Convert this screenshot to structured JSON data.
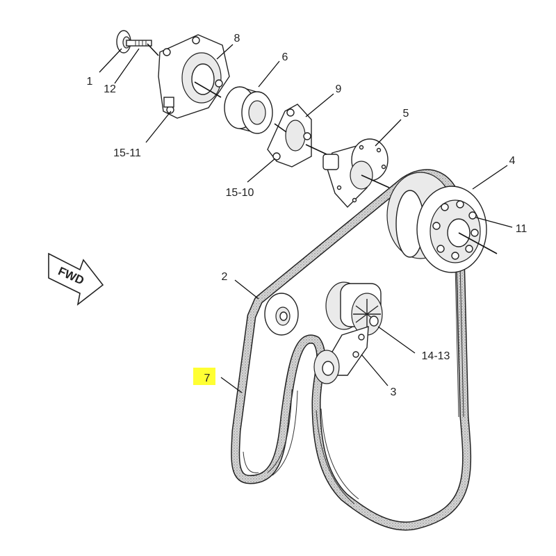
{
  "figure": {
    "highlight_color": "#ffff33",
    "belt_fill_color": "#d8d8d8",
    "line_color": "#222222"
  },
  "direction_arrow": {
    "label": "FWD"
  },
  "callouts": {
    "c1": "1",
    "c12": "12",
    "c8": "8",
    "c6": "6",
    "c9": "9",
    "c5": "5",
    "c4": "4",
    "c11": "11",
    "c15_11": "15-11",
    "c15_10": "15-10",
    "c2": "2",
    "c7": "7",
    "c14_13": "14-13",
    "c3": "3"
  }
}
